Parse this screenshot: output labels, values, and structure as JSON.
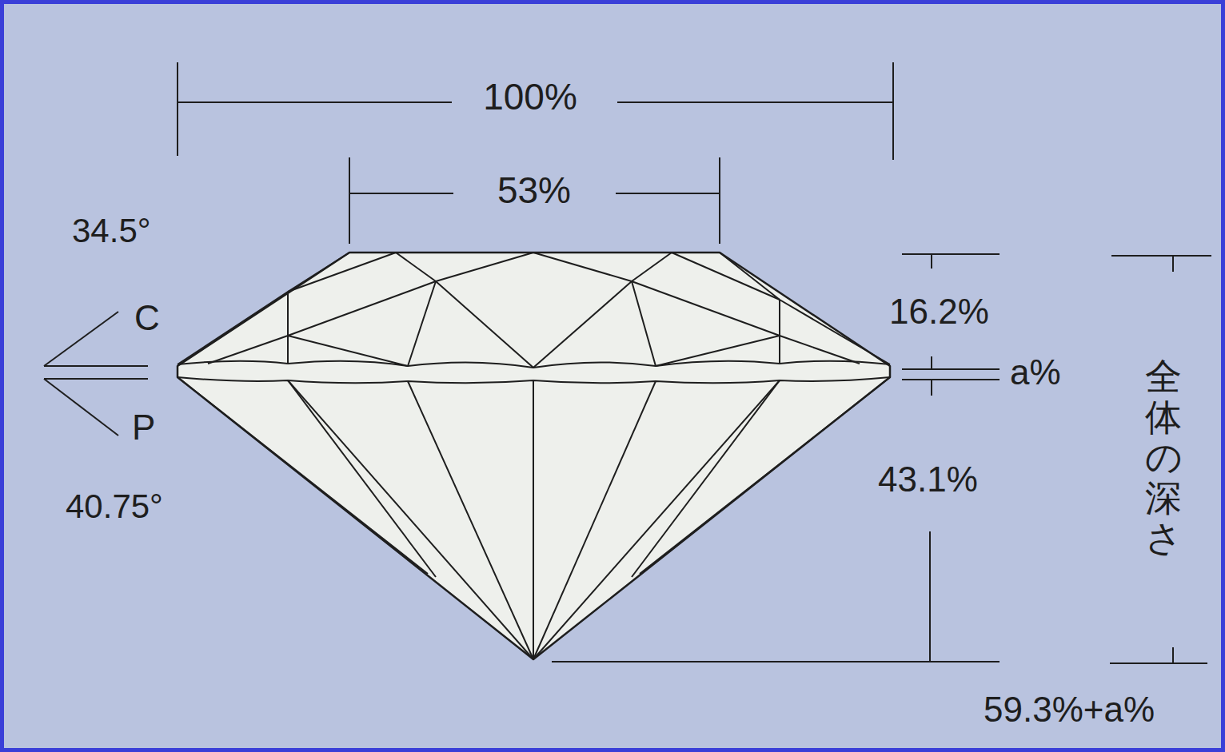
{
  "diagram": {
    "labels": [
      "100%",
      "53%",
      "34.5°",
      "C",
      "P",
      "40.75°",
      "16.2%",
      "a%",
      "43.1%",
      "全体の深さ",
      "59.3%+a%"
    ]
  }
}
